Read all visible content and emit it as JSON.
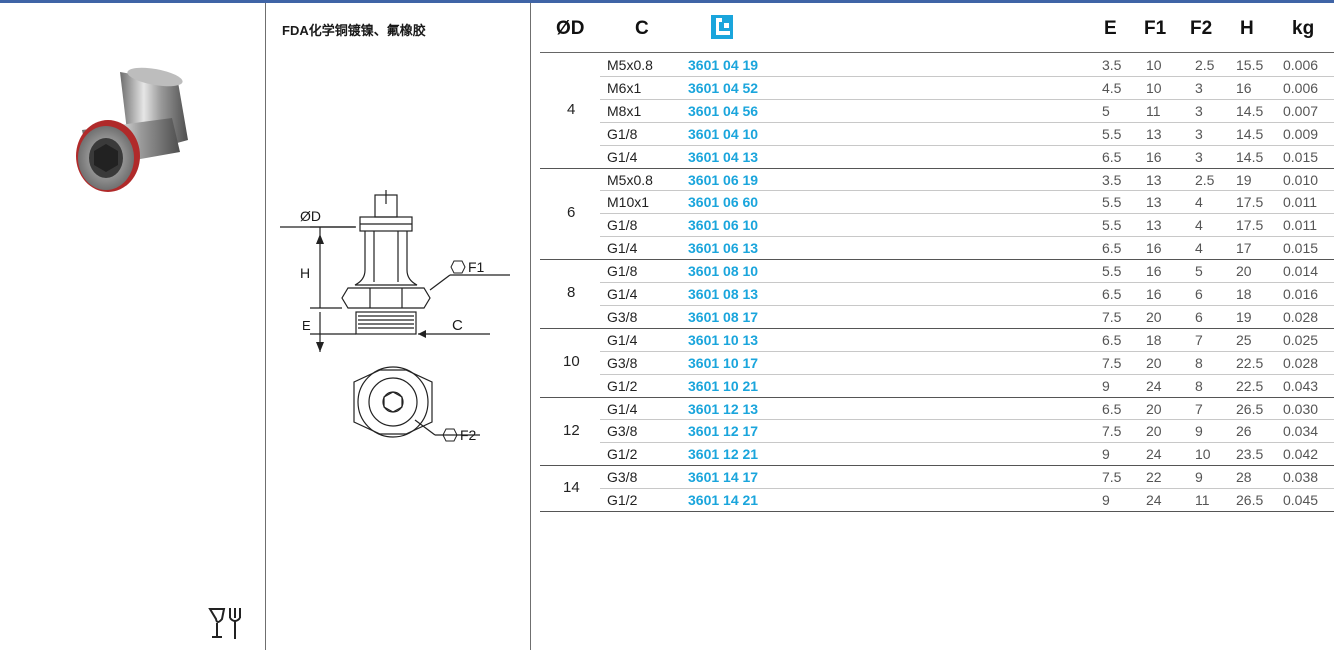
{
  "product": {
    "description": "FDA化学铜镀镍、氟橡胶"
  },
  "drawing_labels": {
    "od": "ØD",
    "h": "H",
    "e": "E",
    "c": "C",
    "f1": "F1",
    "f2": "F2"
  },
  "icons": {
    "logo": "legris-logo-icon",
    "food": "food-safe-icon",
    "accent_color": "#1aa5dc",
    "rule_color": "#3f64a6"
  },
  "table": {
    "headers": {
      "d": "ØD",
      "c": "C",
      "e": "E",
      "f1": "F1",
      "f2": "F2",
      "h": "H",
      "kg": "kg"
    },
    "groups": [
      {
        "d": "4",
        "rows": [
          [
            "M5x0.8",
            "3601 04 19",
            "3.5",
            "10",
            "2.5",
            "15.5",
            "0.006"
          ],
          [
            "M6x1",
            "3601 04 52",
            "4.5",
            "10",
            "3",
            "16",
            "0.006"
          ],
          [
            "M8x1",
            "3601 04 56",
            "5",
            "11",
            "3",
            "14.5",
            "0.007"
          ],
          [
            "G1/8",
            "3601 04 10",
            "5.5",
            "13",
            "3",
            "14.5",
            "0.009"
          ],
          [
            "G1/4",
            "3601 04 13",
            "6.5",
            "16",
            "3",
            "14.5",
            "0.015"
          ]
        ]
      },
      {
        "d": "6",
        "rows": [
          [
            "M5x0.8",
            "3601 06 19",
            "3.5",
            "13",
            "2.5",
            "19",
            "0.010"
          ],
          [
            "M10x1",
            "3601 06 60",
            "5.5",
            "13",
            "4",
            "17.5",
            "0.011"
          ],
          [
            "G1/8",
            "3601 06 10",
            "5.5",
            "13",
            "4",
            "17.5",
            "0.011"
          ],
          [
            "G1/4",
            "3601 06 13",
            "6.5",
            "16",
            "4",
            "17",
            "0.015"
          ]
        ]
      },
      {
        "d": "8",
        "rows": [
          [
            "G1/8",
            "3601 08 10",
            "5.5",
            "16",
            "5",
            "20",
            "0.014"
          ],
          [
            "G1/4",
            "3601 08 13",
            "6.5",
            "16",
            "6",
            "18",
            "0.016"
          ],
          [
            "G3/8",
            "3601 08 17",
            "7.5",
            "20",
            "6",
            "19",
            "0.028"
          ]
        ]
      },
      {
        "d": "10",
        "rows": [
          [
            "G1/4",
            "3601 10 13",
            "6.5",
            "18",
            "7",
            "25",
            "0.025"
          ],
          [
            "G3/8",
            "3601 10 17",
            "7.5",
            "20",
            "8",
            "22.5",
            "0.028"
          ],
          [
            "G1/2",
            "3601 10 21",
            "9",
            "24",
            "8",
            "22.5",
            "0.043"
          ]
        ]
      },
      {
        "d": "12",
        "rows": [
          [
            "G1/4",
            "3601 12 13",
            "6.5",
            "20",
            "7",
            "26.5",
            "0.030"
          ],
          [
            "G3/8",
            "3601 12 17",
            "7.5",
            "20",
            "9",
            "26",
            "0.034"
          ],
          [
            "G1/2",
            "3601 12 21",
            "9",
            "24",
            "10",
            "23.5",
            "0.042"
          ]
        ]
      },
      {
        "d": "14",
        "rows": [
          [
            "G3/8",
            "3601 14 17",
            "7.5",
            "22",
            "9",
            "28",
            "0.038"
          ],
          [
            "G1/2",
            "3601 14 21",
            "9",
            "24",
            "11",
            "26.5",
            "0.045"
          ]
        ]
      }
    ]
  }
}
